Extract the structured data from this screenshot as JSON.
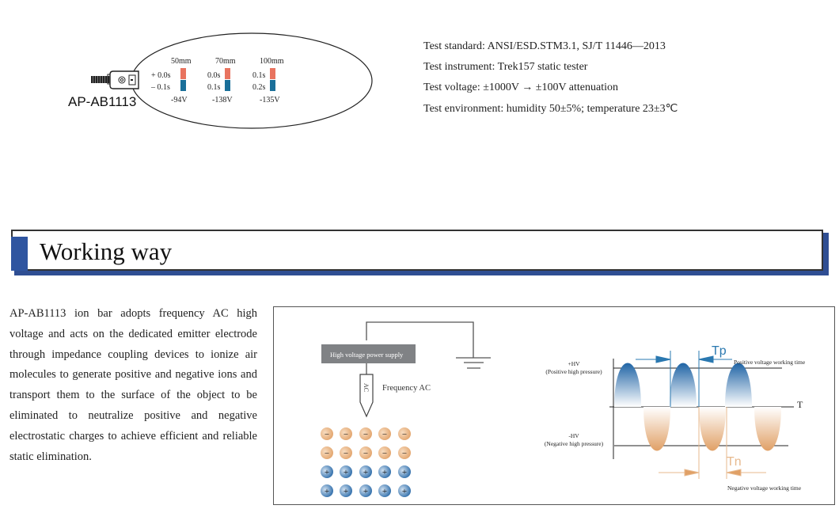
{
  "product_figure": {
    "model": "AP-AB1113",
    "measurements": [
      {
        "distance": "50mm",
        "plus_time": "+ 0.0s",
        "minus_time": "– 0.1s",
        "voltage": "-94V"
      },
      {
        "distance": "70mm",
        "plus_time": "0.0s",
        "minus_time": "0.1s",
        "voltage": "-138V"
      },
      {
        "distance": "100mm",
        "plus_time": "0.1s",
        "minus_time": "0.2s",
        "voltage": "-135V"
      }
    ],
    "colors": {
      "positive": "#e8735f",
      "negative": "#1a6f99"
    }
  },
  "test_specs": [
    "Test standard: ANSI/ESD.STM3.1, SJ/T 11446—2013",
    "Test instrument: Trek157 static tester",
    "Test voltage: ±1000V → ±100V attenuation",
    "Test environment: humidity 50±5%; temperature 23±3℃"
  ],
  "section": {
    "title": "Working way",
    "accent": "#2f55a0"
  },
  "description": "AP-AB1113 ion bar adopts frequency AC high voltage and acts on the dedicated emitter electrode through impedance coupling devices to ionize air molecules to generate positive and negative ions and transport them to the surface of the object to be eliminated to neutralize positive and negative electrostatic charges to achieve efficient and reliable static elimination.",
  "diagram": {
    "power_supply": "High voltage power supply",
    "probe_label": "AC",
    "frequency_label": "Frequency AC",
    "negative_ion": "−",
    "positive_ion": "+",
    "plus_hv": "+HV",
    "plus_hv_desc": "(Positive high pressure)",
    "minus_hv": "-HV",
    "minus_hv_desc": "(Negative high pressure)",
    "time_axis": "T",
    "tp": "Tp",
    "tn": "Tn",
    "positive_time": "Positive voltage working time",
    "negative_time": "Negative voltage working time"
  }
}
